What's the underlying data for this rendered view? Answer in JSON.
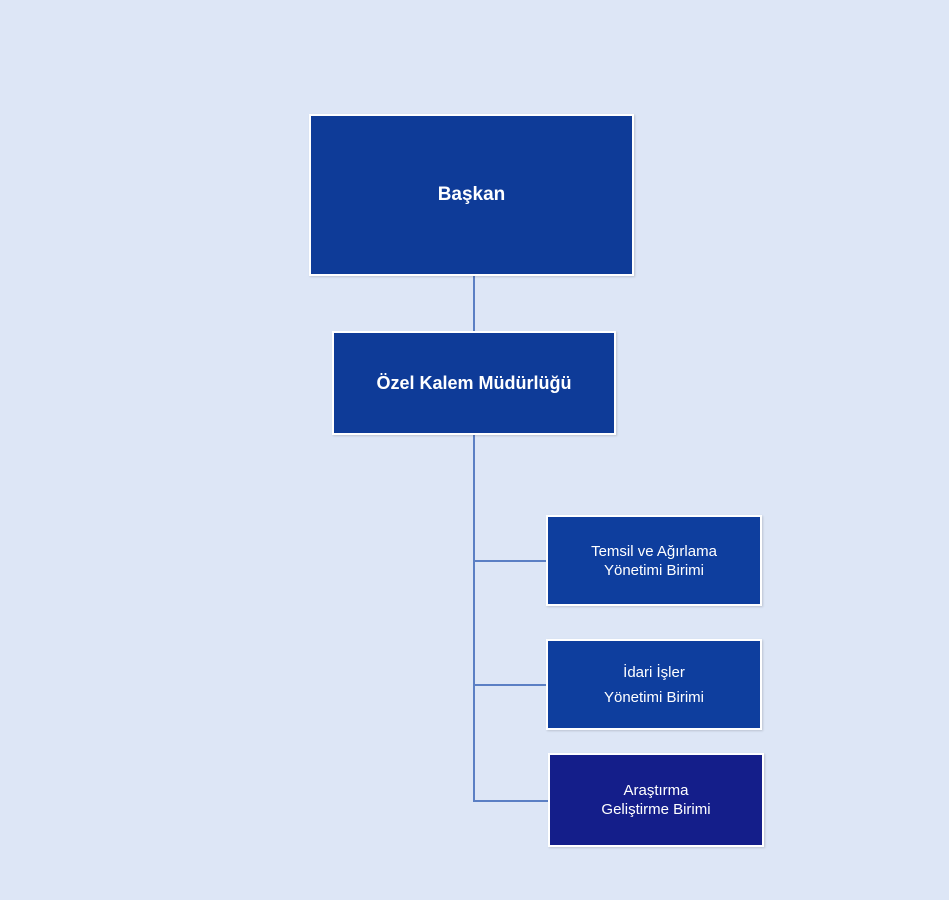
{
  "org_chart": {
    "root": {
      "label": "Başkan"
    },
    "office": {
      "label": "Özel Kalem Müdürlüğü"
    },
    "units": [
      {
        "line1": "Temsil ve Ağırlama",
        "line2": "Yönetimi Birimi"
      },
      {
        "line1": "İdari İşler",
        "line2": "Yönetimi Birimi"
      },
      {
        "line1": "Araştırma",
        "line2": "Geliştirme Birimi"
      }
    ]
  }
}
